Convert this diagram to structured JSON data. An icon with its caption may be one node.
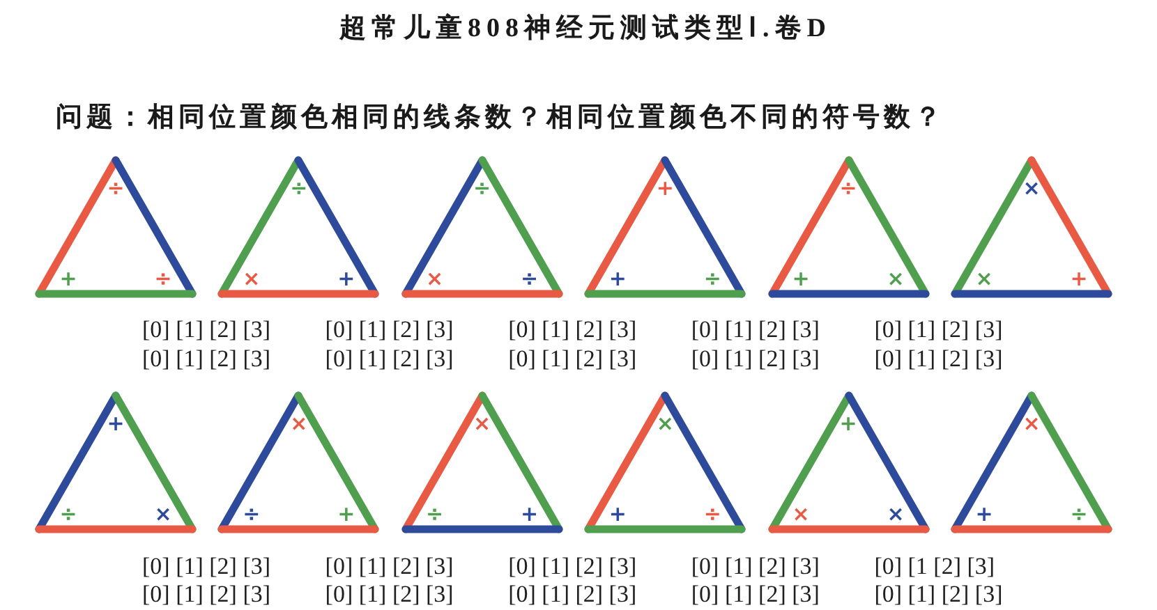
{
  "diagram": {
    "title": "超常儿童808神经元测试类型Ⅰ.卷D",
    "nodes": [
      {
        "text": [
          "÷",
          "+",
          "÷"
        ]
      },
      {
        "text": [
          "÷",
          "×",
          "+"
        ]
      },
      {
        "text": [
          "÷",
          "×",
          "÷"
        ]
      },
      {
        "text": [
          "+",
          "+",
          "÷"
        ]
      },
      {
        "text": [
          "÷",
          "+",
          "×"
        ]
      },
      {
        "text": [
          "×",
          "×",
          "+"
        ]
      },
      {
        "text": [
          "+",
          "÷",
          "×"
        ]
      },
      {
        "text": [
          "×",
          "÷",
          "+"
        ]
      },
      {
        "text": [
          "×",
          "÷",
          "+"
        ]
      },
      {
        "text": [
          "×",
          "+",
          "÷"
        ]
      },
      {
        "text": [
          "+",
          "×",
          "×"
        ]
      },
      {
        "text": [
          "×",
          "+",
          "÷"
        ]
      }
    ],
    "labels": [
      "问题：相同位置颜色相同的线条数？相同位置颜色不同的符号数？",
      "[0] [1] [2] [3]",
      "[0] [1] [2] [3]",
      "[0] [1] [2] [3]",
      "[0] [1] [2] [3]",
      "[0] [1] [2] [3]",
      "[0] [1] [2] [3]",
      "[0] [1] [2] [3]",
      "[0] [1] [2] [3]",
      "[0] [1] [2] [3]",
      "[0] [1] [2] [3]",
      "[0] [1] [2] [3]",
      "[0] [1] [2] [3]",
      "[0] [1] [2] [3]",
      "[0] [1] [2] [3]",
      "[0] [1 [2] [3]",
      "[0] [1] [2] [3]",
      "[0] [1] [2] [3]",
      "[0] [1] [2] [3]",
      "[0] [1] [2] [3]",
      "[0] [1] [2] [3]"
    ]
  }
}
